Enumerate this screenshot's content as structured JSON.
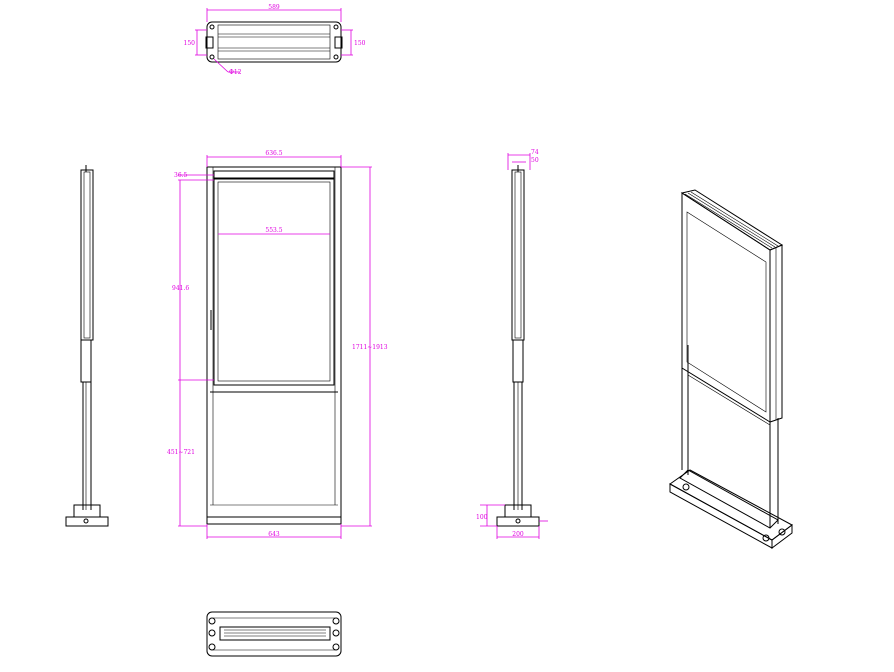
{
  "line_color": "#000000",
  "dimension_color": "#e000e0",
  "top_view": {
    "width_label": "589",
    "depth_left_label": "150",
    "depth_right_label": "150",
    "hole_label": "Φ12"
  },
  "front_view": {
    "width_top_label": "636.5",
    "margin_label": "36.5",
    "screen_width_label": "553.5",
    "screen_height_label": "941.6",
    "total_height_label": "1711~1913",
    "lower_height_label": "451~721",
    "base_width_label": "643"
  },
  "side_view": {
    "top_depth_label": "74",
    "top_inner_label": "50",
    "foot_height_label": "100",
    "base_depth_label": "200"
  }
}
